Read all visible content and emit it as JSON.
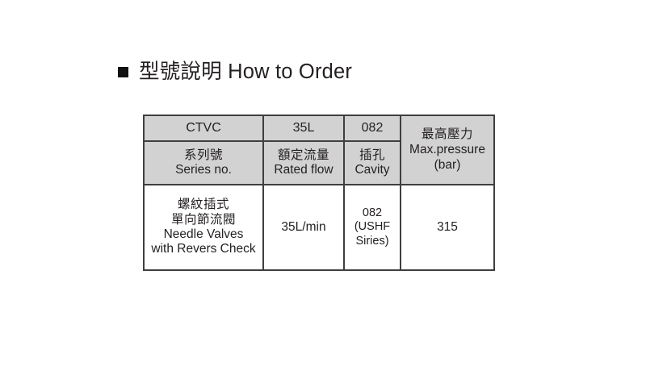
{
  "heading": {
    "bullet": "filled-square-bullet",
    "title_cjk": "型號說明",
    "title_en": "How to Order",
    "title_full": "型號說明 How to Order"
  },
  "order_table": {
    "code_row": {
      "series": "CTVC",
      "rated_flow": "35L",
      "cavity": "082"
    },
    "label_row": {
      "series_cjk": "系列號",
      "series_en": "Series no.",
      "rated_flow_cjk": "額定流量",
      "rated_flow_en": "Rated flow",
      "cavity_cjk": "插孔",
      "cavity_en": "Cavity"
    },
    "pressure_header": {
      "cjk": "最高壓力",
      "en": "Max.pressure",
      "unit": "(bar)"
    },
    "body_row": {
      "series_cjk_1": "螺紋插式",
      "series_cjk_2": "單向節流閥",
      "series_en_1": "Needle Valves",
      "series_en_2": "with Revers Check",
      "rated_flow": "35L/min",
      "cavity_1": "082",
      "cavity_2": "(USHF",
      "cavity_3": "Siries)",
      "max_pressure": "315"
    }
  },
  "colors": {
    "header_fill": "#d2d2d2",
    "border": "#3f3f3f",
    "text": "#231f20",
    "background": "#ffffff"
  }
}
